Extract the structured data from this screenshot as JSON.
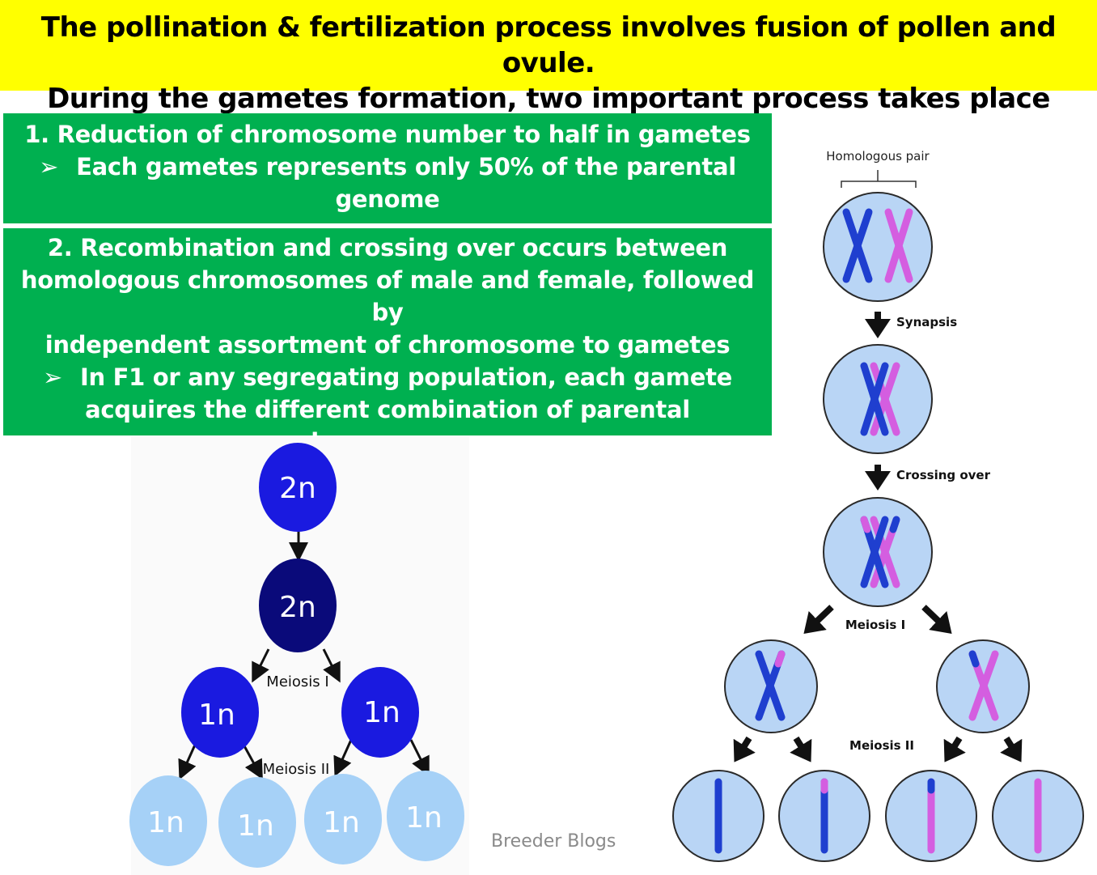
{
  "banner": {
    "line1": "The pollination &  fertilization process involves fusion of pollen and ovule.",
    "line2": "During the gametes formation, two important process takes place"
  },
  "point1": {
    "heading": "1.   Reduction of chromosome number to half in gametes",
    "bullet_line1": "Each gametes represents only 50% of the parental",
    "bullet_line2": "genome"
  },
  "point2": {
    "line1": "2. Recombination and crossing over  occurs between",
    "line2": "homologous chromosomes of male and female, followed by",
    "line3": "independent assortment of chromosome to gametes",
    "bullet_line1": "In F1 or any segregating population, each gamete",
    "bullet_line2": "acquires the different combination of parental",
    "bullet_line3": "chromosomes"
  },
  "bullet_symbol": "➢",
  "ploidy_tree": {
    "top_label": "2n",
    "second_label": "2n",
    "meiosis1_label": "Meiosis I",
    "left_label": "1n",
    "right_label": "1n",
    "meiosis2_label": "Meiosis II",
    "gamete_labels": [
      "1n",
      "1n",
      "1n",
      "1n"
    ]
  },
  "chromosome_diagram": {
    "homologous_label": "Homologous pair",
    "synapsis_label": "Synapsis",
    "crossing_label": "Crossing over",
    "meiosis1_label": "Meiosis I",
    "meiosis2_label": "Meiosis II"
  },
  "watermark": "Breeder Blogs",
  "colors": {
    "banner": "#ffff00",
    "box": "#00b050",
    "blue": "#1a35d6",
    "navy": "#0a0a7a",
    "light_blue": "#9fcdf7",
    "cell": "#b9d5f5",
    "chrom_blue": "#2042c8",
    "chrom_pink": "#d45ee0"
  }
}
